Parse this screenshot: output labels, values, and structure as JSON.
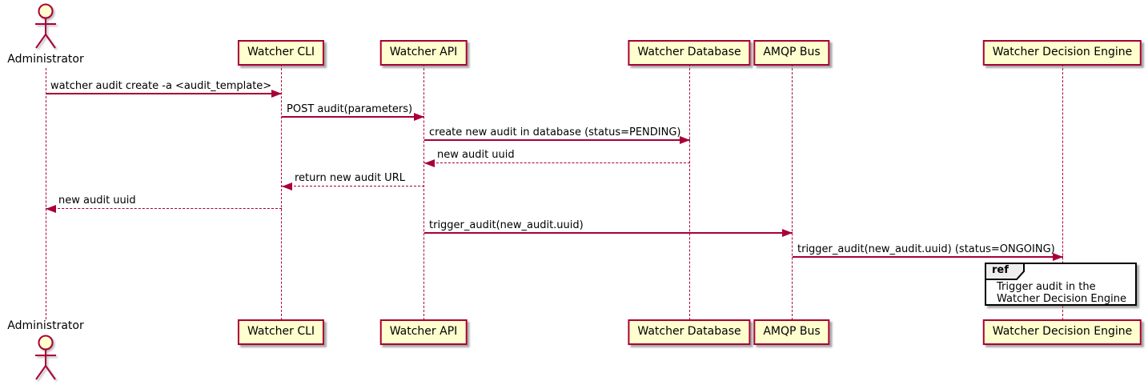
{
  "diagram": {
    "type": "sequence-diagram",
    "actor": {
      "name": "Administrator"
    },
    "participants": [
      {
        "id": "watcher-cli",
        "label": "Watcher CLI"
      },
      {
        "id": "watcher-api",
        "label": "Watcher API"
      },
      {
        "id": "watcher-database",
        "label": "Watcher Database"
      },
      {
        "id": "amqp-bus",
        "label": "AMQP Bus"
      },
      {
        "id": "watcher-decision-engine",
        "label": "Watcher Decision Engine"
      }
    ],
    "messages": [
      {
        "from": "Administrator",
        "to": "Watcher CLI",
        "style": "solid",
        "label": "watcher audit create -a <audit_template>"
      },
      {
        "from": "Watcher CLI",
        "to": "Watcher API",
        "style": "solid",
        "label": "POST audit(parameters)"
      },
      {
        "from": "Watcher API",
        "to": "Watcher Database",
        "style": "solid",
        "label": "create new audit in database (status=PENDING)"
      },
      {
        "from": "Watcher Database",
        "to": "Watcher API",
        "style": "dashed",
        "label": "new audit uuid"
      },
      {
        "from": "Watcher API",
        "to": "Watcher CLI",
        "style": "dashed",
        "label": "return new audit URL"
      },
      {
        "from": "Watcher CLI",
        "to": "Administrator",
        "style": "dashed",
        "label": "new audit uuid"
      },
      {
        "from": "Watcher API",
        "to": "AMQP Bus",
        "style": "solid",
        "label": "trigger_audit(new_audit.uuid)"
      },
      {
        "from": "AMQP Bus",
        "to": "Watcher Decision Engine",
        "style": "solid",
        "label": "trigger_audit(new_audit.uuid) (status=ONGOING)"
      }
    ],
    "ref": {
      "keyword": "ref",
      "line1": "Trigger audit in the",
      "line2": "Watcher Decision Engine"
    }
  },
  "colors": {
    "line_color": "#A80036",
    "participant_fill": "#FEFECE",
    "text_color": "#000000",
    "ref_border": "#000000",
    "ref_fill": "#FFFFFF",
    "ref_header_fill": "#EEEEEE",
    "background": "#FFFFFF"
  }
}
